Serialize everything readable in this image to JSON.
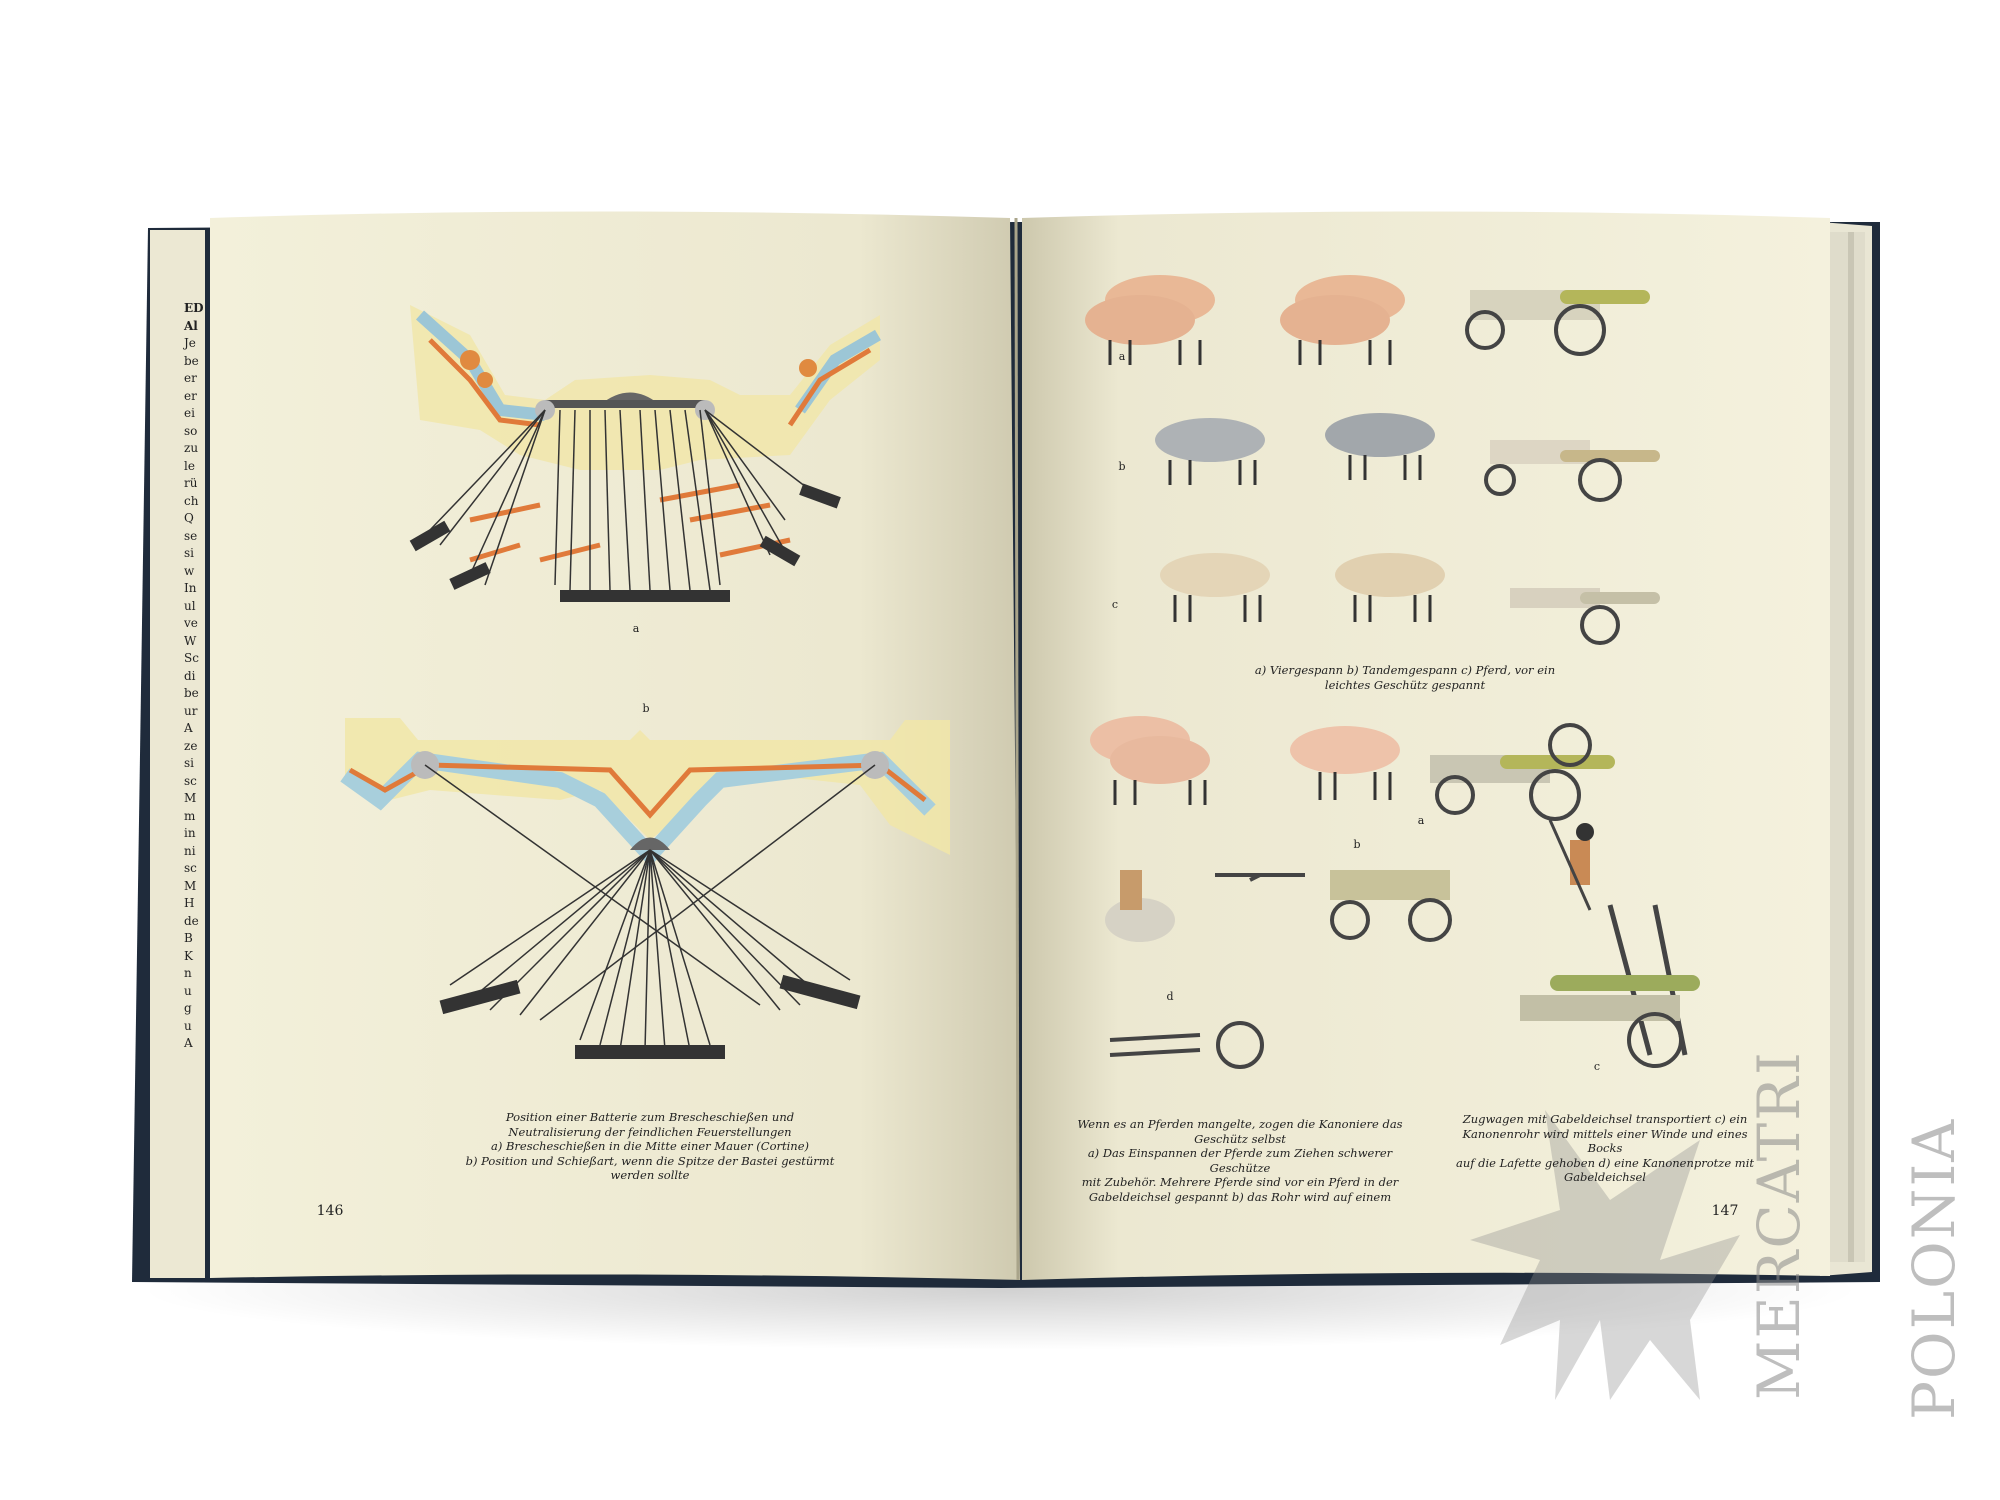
{
  "left_page": {
    "letter_a": "a",
    "letter_b": "b",
    "caption": [
      "Position einer Batterie zum Brescheschießen und",
      "Neutralisierung der feindlichen Feuerstellungen",
      "a) Brescheschießen in die Mitte einer Mauer (Cortine)",
      "b) Position und Schießart, wenn die Spitze der Bastei gestürmt",
      "werden sollte"
    ],
    "page_number": "146"
  },
  "right_page": {
    "row_labels": [
      "a",
      "b",
      "c"
    ],
    "top_caption": [
      "a) Viergespann   b) Tandemgespann   c) Pferd, vor ein",
      "leichtes Geschütz gespannt"
    ],
    "lower_labels": {
      "a": "a",
      "b": "b",
      "c": "c",
      "d": "d"
    },
    "caption_left": [
      "Wenn es an Pferden mangelte, zogen die Kanoniere das",
      "Geschütz selbst",
      "a) Das Einspannen der Pferde zum Ziehen schwerer Geschütze",
      "mit Zubehör. Mehrere Pferde sind vor ein Pferd in der",
      "Gabeldeichsel gespannt   b) das Rohr wird auf einem"
    ],
    "caption_right": [
      "Zugwagen mit Gabeldeichsel transportiert   c) ein",
      "Kanonenrohr wird mittels einer Winde und eines Bocks",
      "auf die Lafette gehoben   d) eine Kanonenprotze mit",
      "Gabeldeichsel"
    ],
    "page_number": "147"
  },
  "left_margin_text": [
    "ED",
    "Al",
    "Je",
    "be",
    "er",
    "er",
    "ei",
    "so",
    "zu",
    "le",
    "rü",
    "ch",
    "Q",
    "se",
    "si",
    "w",
    "In",
    "ul",
    "ve",
    "W",
    "Sc",
    "di",
    "be",
    "ur",
    "A",
    "ze",
    "si",
    "sc",
    "M",
    "m",
    "in",
    "ni",
    "sc",
    "M",
    "H",
    "de",
    "B",
    "K",
    "n",
    "u",
    "g",
    "u",
    "A"
  ],
  "watermark": [
    "MERCATRI",
    "POLONIA"
  ],
  "colors": {
    "page": "#f2efd9",
    "ink": "#222222",
    "orange": "#e07a3a",
    "blue": "#b9d6e0",
    "yellow": "#f1e5a5",
    "cover": "#1e2a3a"
  }
}
